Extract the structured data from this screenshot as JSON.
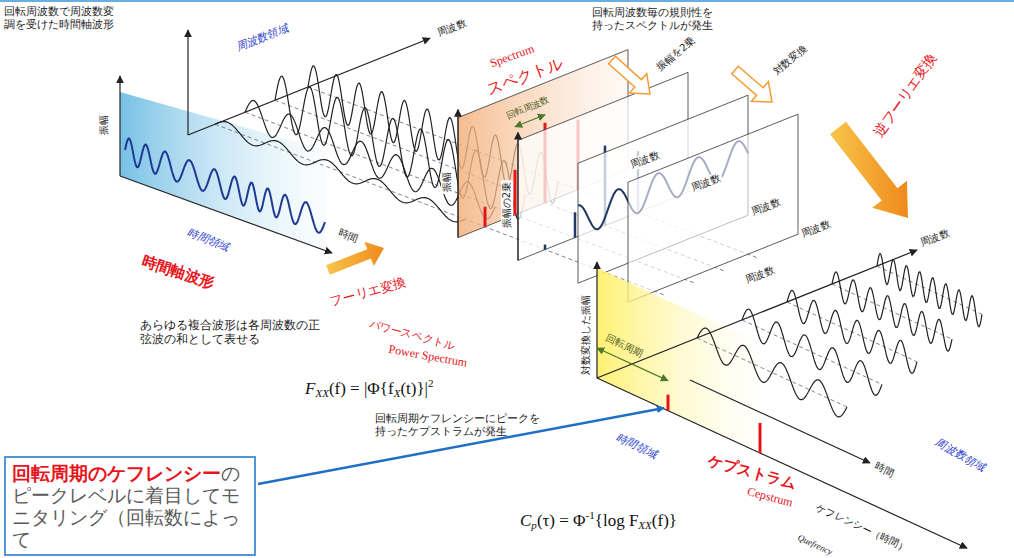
{
  "diagram": {
    "nodes": [
      {
        "text": [
          "回転周期のケフレンシー",
          "のピークレベルに着目してモニタリング（回転数によって"
        ]
      }
    ],
    "labels": [
      "回転周波数で周波数変 調を受けた時間軸波形",
      "周波数領域",
      "周波数",
      "回転周波数毎の規則性を 持ったスペクトルが発生",
      "Spectrum",
      "スペクトル",
      "振幅を2乗",
      "対数変換",
      "逆フーリエ変換",
      "振幅",
      "時間",
      "時間領域",
      "時間軸波形",
      "フーリエ変換",
      "振幅",
      "回転周波数",
      "振幅の2乗",
      "周波数",
      "周波数",
      "周波数",
      "周波数",
      "パワースペクトル",
      "Power Spectrum",
      "あらゆる複合波形は各周波数の正 弦波の和として表せる",
      "F",
      "XX",
      "(f) = |Φ{f",
      "X",
      "(t)}|",
      "2",
      "対数変換した振幅",
      "回転周期",
      "回転周期ケフレンシーにピークを 持ったケプストラムが発生",
      "時間領域",
      "ケプストラム",
      "Cepstrum",
      "周波数",
      "周波数",
      "時間",
      "周波数領域",
      "ケフレンシー（時間）",
      "Quefrency",
      "C",
      "p",
      "(τ) = Φ",
      "-1",
      "{log F",
      "XX",
      "(f)}"
    ]
  }
}
